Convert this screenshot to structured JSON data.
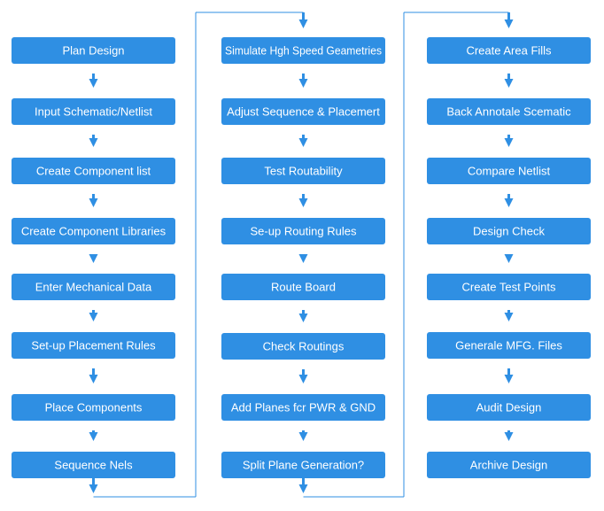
{
  "colors": {
    "box": "#2f8fe3",
    "arrow": "#2f8fe3"
  },
  "columns": [
    {
      "steps": [
        "Plan Design",
        "Input Schematic/Netlist",
        "Create Component list",
        "Create Component Libraries",
        "Enter Mechanical Data",
        "Set-up Placement Rules",
        "Place Components",
        "Sequence Nels"
      ]
    },
    {
      "steps": [
        "Simulate Hgh Speed Geametries",
        "Adjust Sequence & Placemert",
        "Test Routability",
        "Se-up Routing Rules",
        "Route Board",
        "Check Routings",
        "Add Planes fcr PWR & GND",
        "Split Plane Generation?"
      ]
    },
    {
      "steps": [
        "Create Area Fills",
        "Back Annotale Scematic",
        "Compare Netlist",
        "Design Check",
        "Create Test Points",
        "Generale MFG. Files",
        "Audit Design",
        "Archive Design"
      ]
    }
  ]
}
